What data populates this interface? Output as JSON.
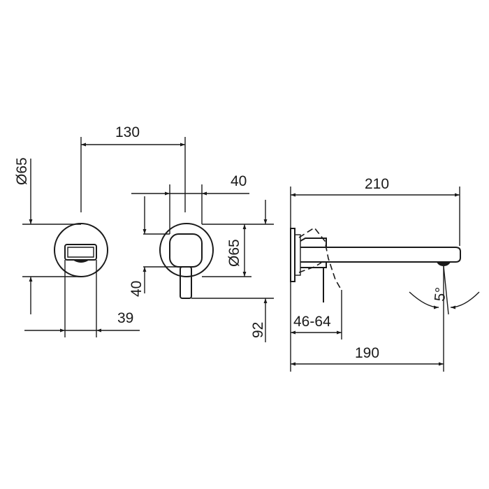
{
  "drawing": {
    "front_view_escutcheon": {
      "diameter_label": "Ø65",
      "spout_width_label": "39",
      "center_distance_label": "130"
    },
    "front_view_mixer": {
      "handle_width_label": "40",
      "handle_height_label": "40",
      "diameter_label": "Ø65",
      "lever_drop_label": "92"
    },
    "side_view": {
      "projection_label": "210",
      "outlet_distance_label": "190",
      "wall_depth_label": "46-64",
      "angle_label": "5°"
    },
    "colors": {
      "line": "#1a1a1a",
      "background": "#ffffff"
    }
  }
}
